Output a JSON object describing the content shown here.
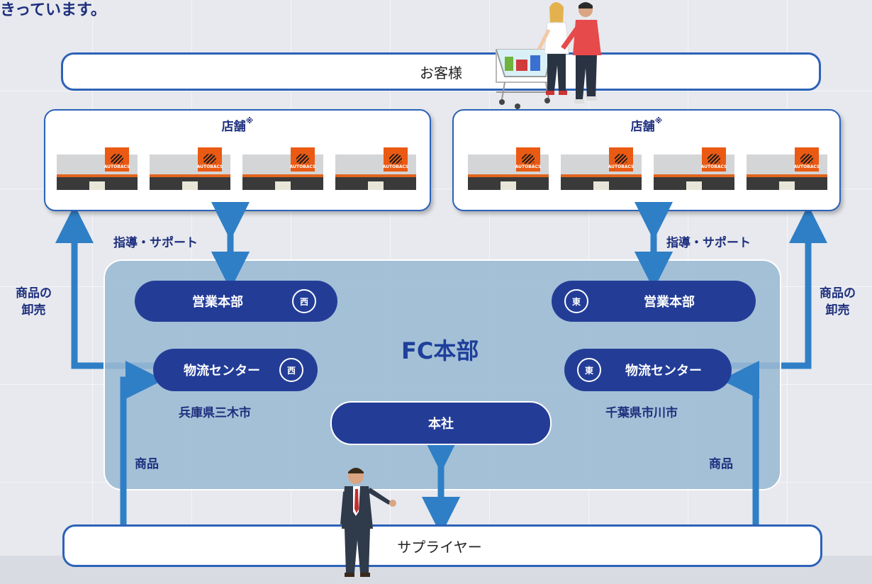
{
  "heading": "きっています。",
  "customers": {
    "label": "お客様"
  },
  "stores": [
    {
      "title": "店舗",
      "note": "※",
      "brand": "AUTOBACS"
    },
    {
      "title": "店舗",
      "note": "※",
      "brand": "AUTOBACS"
    }
  ],
  "support_label": "指導・サポート",
  "wholesale_label": "商品の\n卸売",
  "goods_label": "商品",
  "fc": {
    "title": "FC本部",
    "sales_west": {
      "label": "営業本部",
      "badge": "西"
    },
    "sales_east": {
      "label": "営業本部",
      "badge": "東"
    },
    "logistics_west": {
      "label": "物流センター",
      "badge": "西",
      "location": "兵庫県三木市"
    },
    "logistics_east": {
      "label": "物流センター",
      "badge": "東",
      "location": "千葉県市川市"
    },
    "head_office": {
      "label": "本社"
    }
  },
  "supplier": {
    "label": "サプライヤー"
  },
  "colors": {
    "navy": "#233d97",
    "arrow_blue": "#2f7fc6",
    "panel": "#9bb9d4",
    "autobacs_orange": "#ea5a13"
  }
}
